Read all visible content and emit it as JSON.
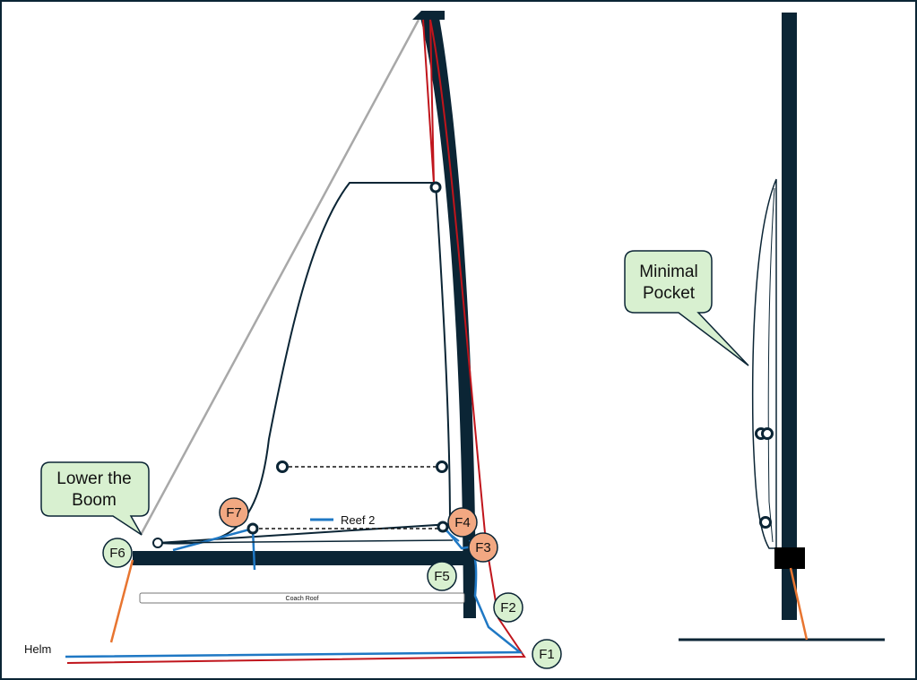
{
  "labels": {
    "lower_boom_line1": "Lower the",
    "lower_boom_line2": "Boom",
    "minimal_pocket_line1": "Minimal",
    "minimal_pocket_line2": "Pocket",
    "helm": "Helm",
    "reef2": "Reef 2",
    "coach_roof": "Coach Roof"
  },
  "markers": [
    {
      "id": "F1",
      "kind": "plain"
    },
    {
      "id": "F2",
      "kind": "plain"
    },
    {
      "id": "F3",
      "kind": "highlight"
    },
    {
      "id": "F4",
      "kind": "highlight"
    },
    {
      "id": "F5",
      "kind": "plain"
    },
    {
      "id": "F6",
      "kind": "plain"
    },
    {
      "id": "F7",
      "kind": "highlight"
    }
  ],
  "colors": {
    "mast": "#0b2535",
    "halyard_red": "#c0151c",
    "reef_blue": "#1f78c4",
    "outhaul_orange": "#e87530",
    "forestay_gray": "#a8a8a8",
    "callout_fill": "#d8f0d0",
    "marker_plain": "#d8f0d0",
    "marker_highlight": "#f2a882"
  }
}
